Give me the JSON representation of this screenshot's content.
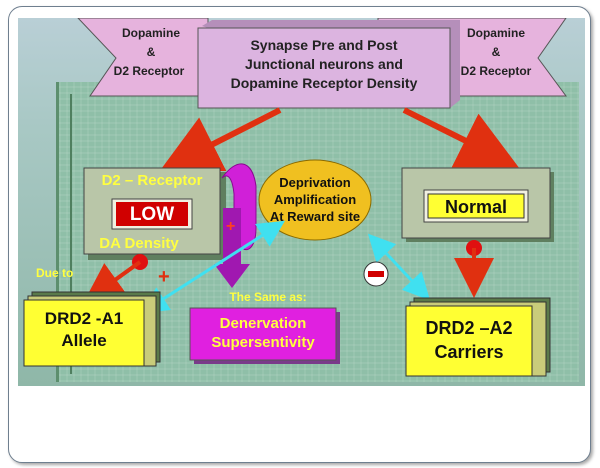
{
  "left_banner": {
    "line1": "Dopamine",
    "line2": "&",
    "line3": "D2 Receptor"
  },
  "right_banner": {
    "line1": "Dopamine",
    "line2": "&",
    "line3": "D2 Receptor"
  },
  "top_box": {
    "line1": "Synapse Pre and Post",
    "line2": "Junctional neurons and",
    "line3": "Dopamine Receptor Density"
  },
  "d2_box": {
    "title": "D2 – Receptor",
    "value": "LOW",
    "caption": "DA Density"
  },
  "normal_box": {
    "value": "Normal"
  },
  "center_oval": {
    "line1": "Deprivation",
    "line2": "Amplification",
    "line3": "At Reward site"
  },
  "due_to": "Due to",
  "plus_sign": "+",
  "plus_sign_2": "+",
  "minus_sign": "-",
  "same_as": "The Same as:",
  "denervation": {
    "line1": "Denervation",
    "line2": "Supersentivity"
  },
  "drd2_a1": {
    "line1": "DRD2 -A1",
    "line2": "Allele"
  },
  "drd2_a2": {
    "line1": "DRD2 –A2",
    "line2": "Carriers"
  },
  "colors": {
    "banner": "#e6b3dd",
    "top_box": "#dcb4e0",
    "oval": "#f0c020",
    "low_red": "#d00000",
    "magenta": "#e020e0",
    "arrow_red": "#e03010",
    "arrow_cyan": "#40e0f0",
    "text_yellow": "#ffff40"
  }
}
